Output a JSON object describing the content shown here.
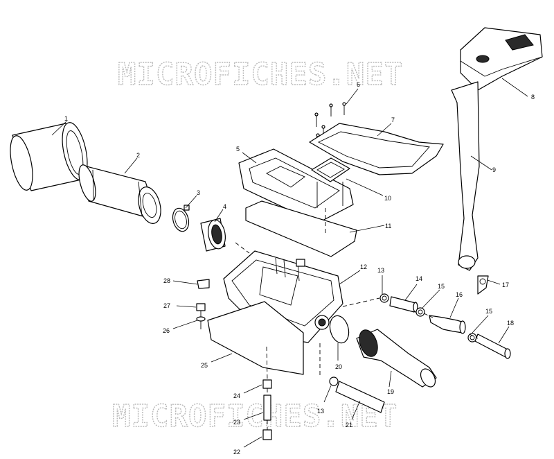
{
  "watermark": {
    "top_text": "MICROFICHES.NET",
    "bottom_text": "MICROFICHES.NET",
    "color": "#b9b9b9"
  },
  "callouts": {
    "c1": "1",
    "c2": "2",
    "c3": "3",
    "c4": "4",
    "c5": "5",
    "c6": "6",
    "c7": "7",
    "c8": "8",
    "c9": "9",
    "c10": "10",
    "c11": "11",
    "c12": "12",
    "c13a": "13",
    "c13b": "13",
    "c14": "14",
    "c15a": "15",
    "c15b": "15",
    "c16": "16",
    "c17": "17",
    "c18": "18",
    "c19": "19",
    "c20": "20",
    "c21": "21",
    "c22": "22",
    "c23": "23",
    "c24": "24",
    "c25": "25",
    "c26": "26",
    "c27": "27",
    "c28": "28"
  }
}
